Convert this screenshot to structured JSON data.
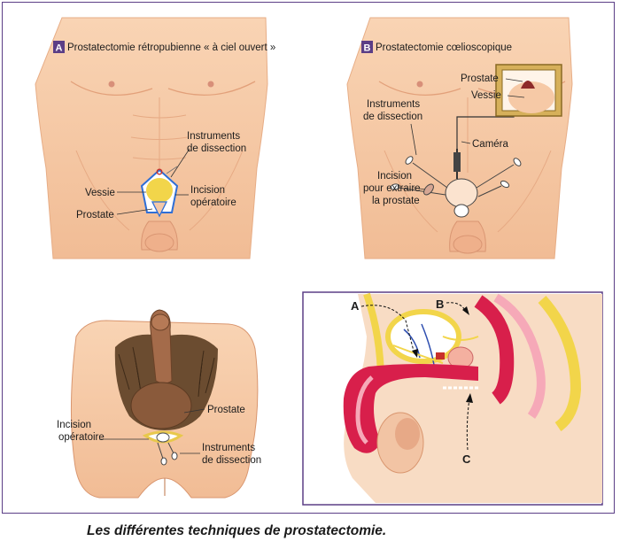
{
  "panel_a": {
    "badge": "A",
    "title": "Prostatectomie rétropubienne « à ciel ouvert »",
    "labels": {
      "instruments_l1": "Instruments",
      "instruments_l2": "de dissection",
      "vessie": "Vessie",
      "incision_l1": "Incision",
      "incision_l2": "opératoire",
      "prostate": "Prostate"
    }
  },
  "panel_b": {
    "badge": "B",
    "title": "Prostatectomie cœlioscopique",
    "labels": {
      "prostate": "Prostate",
      "vessie": "Vessie",
      "instruments_l1": "Instruments",
      "instruments_l2": "de dissection",
      "camera": "Caméra",
      "incision_l1": "Incision",
      "incision_l2": "pour extraire",
      "incision_l3": "la prostate"
    }
  },
  "panel_c": {
    "labels": {
      "prostate": "Prostate",
      "incision_l1": "Incision",
      "incision_l2": "opératoire",
      "instruments_l1": "Instruments",
      "instruments_l2": "de dissection"
    }
  },
  "panel_d": {
    "labels": {
      "a": "A",
      "b": "B",
      "c": "C"
    }
  },
  "caption": "Les différentes techniques de prostatectomie.",
  "colors": {
    "frame": "#5b3e86",
    "skin": "#f6c9a6",
    "skin_shadow": "#e9a980",
    "bladder_yellow": "#f2d54a",
    "accent_blue": "#2f6fd6",
    "incision_red": "#c8302a",
    "muscle_red": "#d81f4b"
  }
}
